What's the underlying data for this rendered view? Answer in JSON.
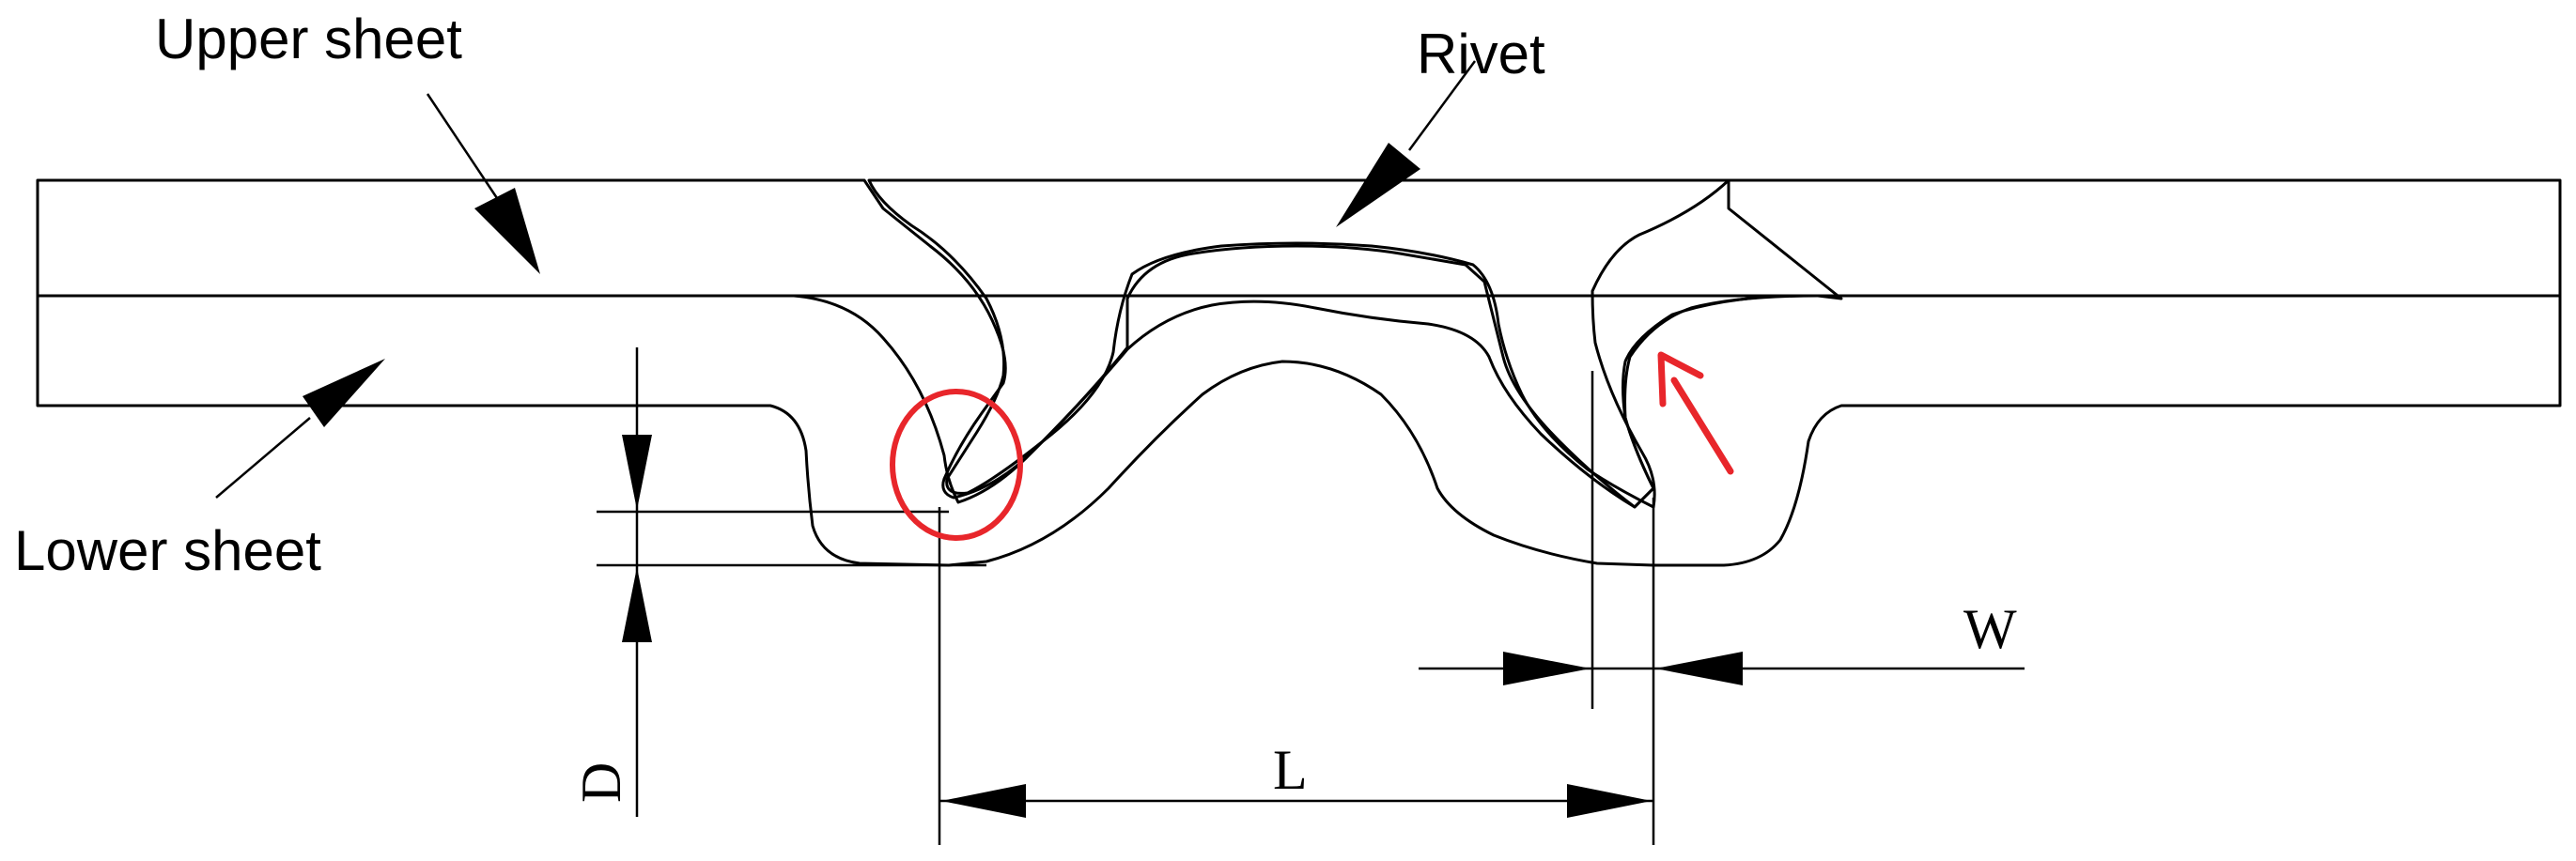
{
  "labels": {
    "upper_sheet": "Upper sheet",
    "rivet": "Rivet",
    "lower_sheet": "Lower sheet",
    "dim_d": "D",
    "dim_l": "L",
    "dim_w": "W"
  },
  "colors": {
    "line": "#000000",
    "highlight": "#e8262b",
    "background": "#ffffff"
  }
}
